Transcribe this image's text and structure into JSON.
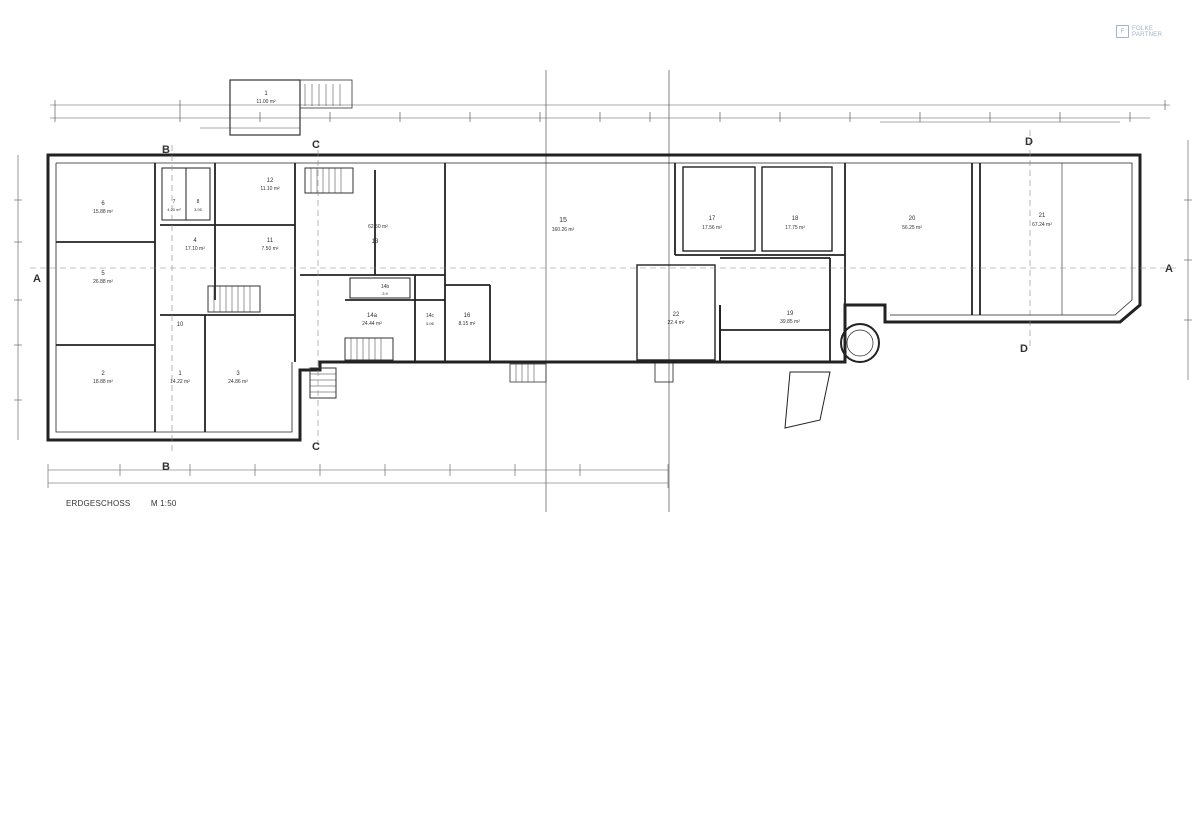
{
  "logo": {
    "line1": "FOLKE",
    "line2": "PARTNER",
    "color": "#9fb3c8"
  },
  "caption": {
    "title": "ERDGESCHOSS",
    "scale": "M 1:50"
  },
  "section_marks": [
    "A",
    "A",
    "B",
    "B",
    "C",
    "C",
    "D",
    "D"
  ],
  "rooms": [
    {
      "id": "stair_top",
      "num": "1",
      "area": "11.00 m²"
    },
    {
      "id": "r1",
      "num": "1",
      "area": "14.22 m²"
    },
    {
      "id": "r2",
      "num": "2",
      "area": "18.88 m²"
    },
    {
      "id": "r3",
      "num": "3",
      "area": "24.86 m²"
    },
    {
      "id": "r4",
      "num": "4",
      "area": "17.10 m²"
    },
    {
      "id": "r5",
      "num": "5",
      "area": "26.88 m²"
    },
    {
      "id": "r6",
      "num": "6",
      "area": "15.88 m²"
    },
    {
      "id": "r7",
      "num": "7",
      "area": "4.20 m²"
    },
    {
      "id": "r8",
      "num": "8",
      "area": "3.95"
    },
    {
      "id": "r10",
      "num": "10",
      "area": ""
    },
    {
      "id": "r11",
      "num": "11",
      "area": "7.50 m²"
    },
    {
      "id": "r12",
      "num": "12",
      "area": "11.10 m²"
    },
    {
      "id": "r13",
      "num": "13",
      "area": "62.50 m²"
    },
    {
      "id": "r14a",
      "num": "14a",
      "area": "24.44 m²"
    },
    {
      "id": "r14b",
      "num": "14b",
      "area": "3.9"
    },
    {
      "id": "r14c",
      "num": "14c",
      "area": "5.96"
    },
    {
      "id": "r15",
      "num": "15",
      "area": "160.26 m²"
    },
    {
      "id": "r16",
      "num": "16",
      "area": "8.15 m²"
    },
    {
      "id": "r17",
      "num": "17",
      "area": "17.56 m²"
    },
    {
      "id": "r18",
      "num": "18",
      "area": "17.75 m²"
    },
    {
      "id": "r19",
      "num": "19",
      "area": "39.85 m²"
    },
    {
      "id": "r20",
      "num": "20",
      "area": "56.25 m²"
    },
    {
      "id": "r21",
      "num": "21",
      "area": "67.24 m²"
    },
    {
      "id": "r22",
      "num": "22",
      "area": "22.4 m²"
    }
  ]
}
